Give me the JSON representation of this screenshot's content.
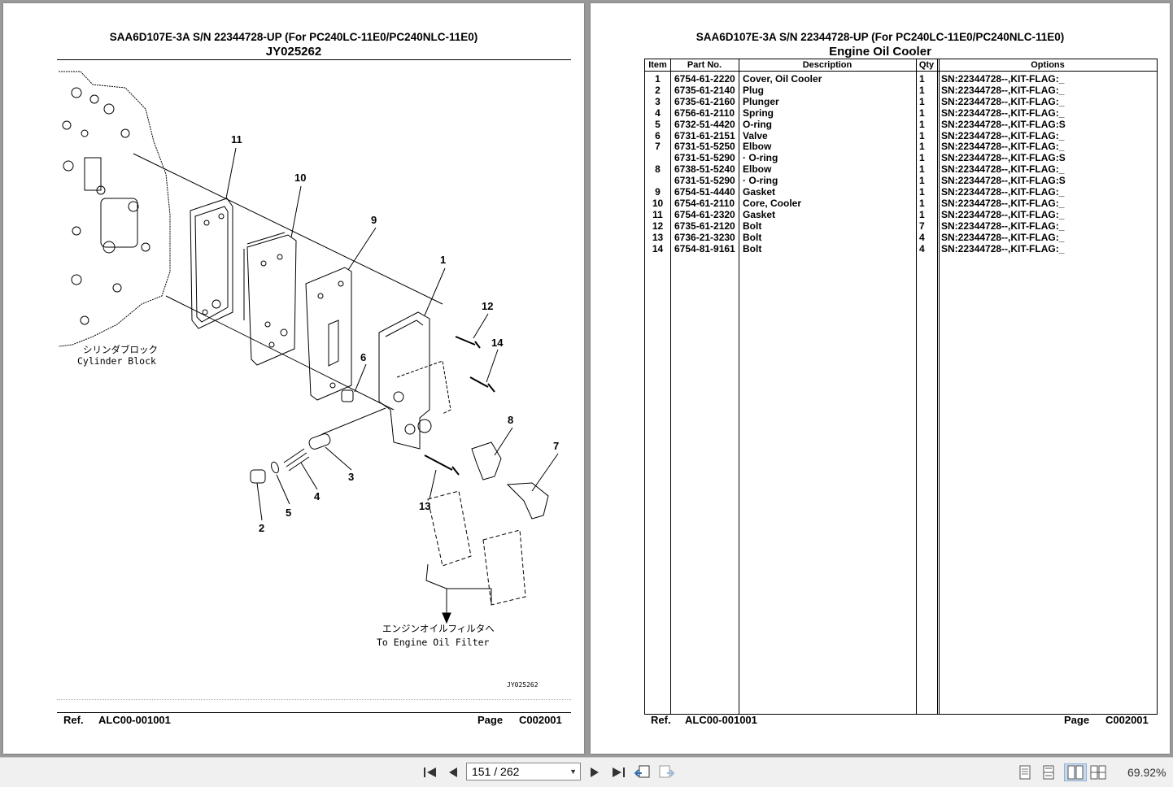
{
  "left_page": {
    "title": "SAA6D107E-3A S/N 22344728-UP (For PC240LC-11E0/PC240NLC-11E0)",
    "subtitle": "JY025262",
    "diagram": {
      "callouts": [
        "11",
        "10",
        "9",
        "1",
        "12",
        "14",
        "6",
        "8",
        "7",
        "3",
        "4",
        "5",
        "2",
        "13"
      ],
      "cylinder_block_jp": "シリンダブロック",
      "cylinder_block_en": "Cylinder Block",
      "filter_jp": "エンジンオイルフィルタへ",
      "filter_en": "To Engine Oil Filter",
      "drawing_code": "JY025262"
    },
    "footer": {
      "ref_label": "Ref.",
      "ref_value": "ALC00-001001",
      "page_label": "Page",
      "page_value": "C002001"
    }
  },
  "right_page": {
    "title": "SAA6D107E-3A S/N 22344728-UP (For PC240LC-11E0/PC240NLC-11E0)",
    "subtitle": "Engine Oil Cooler",
    "table": {
      "headers": [
        "Item",
        "Part No.",
        "Description",
        "Qty",
        "Options"
      ],
      "rows": [
        {
          "item": "1",
          "part": "6754-61-2220",
          "desc": "Cover, Oil Cooler",
          "qty": "1",
          "opt": "SN:22344728--,KIT-FLAG:_"
        },
        {
          "item": "2",
          "part": "6735-61-2140",
          "desc": "Plug",
          "qty": "1",
          "opt": "SN:22344728--,KIT-FLAG:_"
        },
        {
          "item": "3",
          "part": "6735-61-2160",
          "desc": "Plunger",
          "qty": "1",
          "opt": "SN:22344728--,KIT-FLAG:_"
        },
        {
          "item": "4",
          "part": "6756-61-2110",
          "desc": "Spring",
          "qty": "1",
          "opt": "SN:22344728--,KIT-FLAG:_"
        },
        {
          "item": "5",
          "part": "6732-51-4420",
          "desc": "O-ring",
          "qty": "1",
          "opt": "SN:22344728--,KIT-FLAG:S"
        },
        {
          "item": "6",
          "part": "6731-61-2151",
          "desc": "Valve",
          "qty": "1",
          "opt": "SN:22344728--,KIT-FLAG:_"
        },
        {
          "item": "7",
          "part": "6731-51-5250",
          "desc": "Elbow",
          "qty": "1",
          "opt": "SN:22344728--,KIT-FLAG:_"
        },
        {
          "item": "",
          "part": "6731-51-5290",
          "desc": "·  O-ring",
          "qty": "1",
          "opt": "SN:22344728--,KIT-FLAG:S"
        },
        {
          "item": "8",
          "part": "6738-51-5240",
          "desc": "Elbow",
          "qty": "1",
          "opt": "SN:22344728--,KIT-FLAG:_"
        },
        {
          "item": "",
          "part": "6731-51-5290",
          "desc": "·  O-ring",
          "qty": "1",
          "opt": "SN:22344728--,KIT-FLAG:S"
        },
        {
          "item": "9",
          "part": "6754-51-4440",
          "desc": "Gasket",
          "qty": "1",
          "opt": "SN:22344728--,KIT-FLAG:_"
        },
        {
          "item": "10",
          "part": "6754-61-2110",
          "desc": "Core, Cooler",
          "qty": "1",
          "opt": "SN:22344728--,KIT-FLAG:_"
        },
        {
          "item": "11",
          "part": "6754-61-2320",
          "desc": "Gasket",
          "qty": "1",
          "opt": "SN:22344728--,KIT-FLAG:_"
        },
        {
          "item": "12",
          "part": "6735-61-2120",
          "desc": "Bolt",
          "qty": "7",
          "opt": "SN:22344728--,KIT-FLAG:_"
        },
        {
          "item": "13",
          "part": "6736-21-3230",
          "desc": "Bolt",
          "qty": "4",
          "opt": "SN:22344728--,KIT-FLAG:_"
        },
        {
          "item": "14",
          "part": "6754-81-9161",
          "desc": "Bolt",
          "qty": "4",
          "opt": "SN:22344728--,KIT-FLAG:_"
        }
      ]
    },
    "footer": {
      "ref_label": "Ref.",
      "ref_value": "ALC00-001001",
      "page_label": "Page",
      "page_value": "C002001"
    }
  },
  "toolbar": {
    "page_indicator": "151 / 262",
    "zoom": "69.92%",
    "icons": [
      "first-page-icon",
      "previous-page-icon",
      "next-page-icon",
      "last-page-icon",
      "go-back-icon",
      "go-forward-icon",
      "single-page-view-icon",
      "continuous-view-icon",
      "two-page-view-icon",
      "two-page-continuous-view-icon"
    ]
  }
}
